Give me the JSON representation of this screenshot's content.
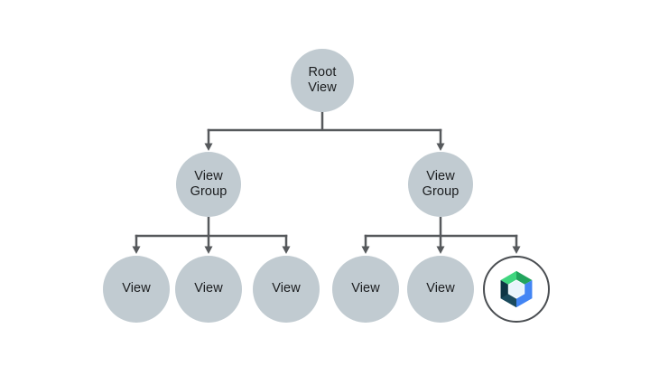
{
  "diagram": {
    "type": "tree",
    "description": "Android view hierarchy tree with a Jetpack Compose node",
    "nodes": {
      "root": {
        "label": "Root\nView"
      },
      "group_left": {
        "label": "View\nGroup"
      },
      "group_right": {
        "label": "View\nGroup"
      },
      "view_1": {
        "label": "View"
      },
      "view_2": {
        "label": "View"
      },
      "view_3": {
        "label": "View"
      },
      "view_4": {
        "label": "View"
      },
      "view_5": {
        "label": "View"
      },
      "compose": {
        "label": "",
        "icon": "jetpack-compose-logo"
      }
    },
    "edges": [
      {
        "from": "root",
        "to": "group_left"
      },
      {
        "from": "root",
        "to": "group_right"
      },
      {
        "from": "group_left",
        "to": "view_1"
      },
      {
        "from": "group_left",
        "to": "view_2"
      },
      {
        "from": "group_left",
        "to": "view_3"
      },
      {
        "from": "group_right",
        "to": "view_4"
      },
      {
        "from": "group_right",
        "to": "view_5"
      },
      {
        "from": "group_right",
        "to": "compose"
      }
    ]
  },
  "colors": {
    "bg": "#ffffff",
    "node_fill": "#c1cbd1",
    "line": "#56595c",
    "text": "#1b1d1f",
    "logo_ring": "#4a4e52",
    "logo_green_light": "#3fd67f",
    "logo_green_dark": "#22a45d",
    "logo_blue": "#4285f4",
    "logo_navy": "#0e3544",
    "logo_navy_light": "#1a4a5c",
    "logo_center": "#e9f4fb"
  }
}
